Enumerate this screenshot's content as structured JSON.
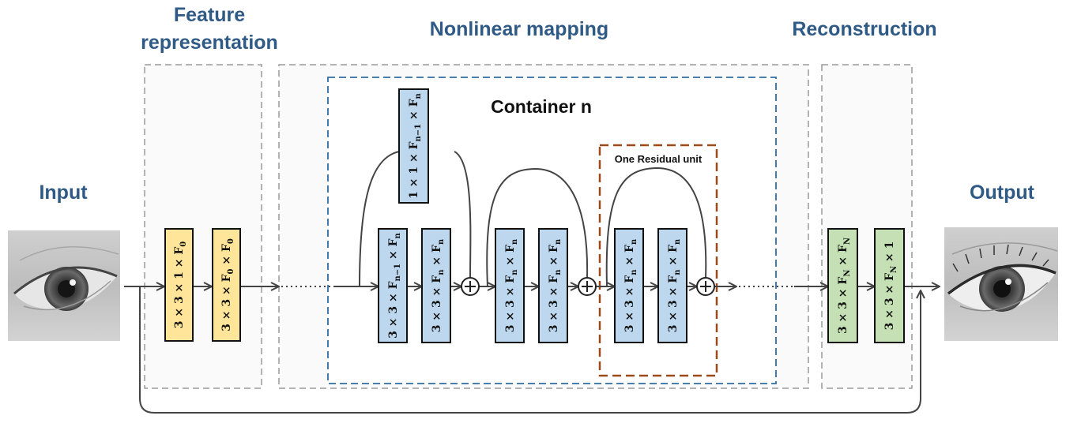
{
  "headings": {
    "feature_line1": "Feature",
    "feature_line2": "representation",
    "nonlinear": "Nonlinear mapping",
    "reconstruction": "Reconstruction",
    "input": "Input",
    "output": "Output"
  },
  "container_title": "Container n",
  "residual_title": "One Residual unit",
  "layers": {
    "feature_1": {
      "main": "3 × 3 × 1 × F",
      "sub": "0",
      "main2": "",
      "sub2": ""
    },
    "feature_2": {
      "main": "3 × 3 × F",
      "sub": "0",
      "main2": " × F",
      "sub2": "0"
    },
    "skip_1x1": {
      "main": "1 × 1 × F",
      "sub": "n−1",
      "main2": " × F",
      "sub2": "n"
    },
    "res1_a": {
      "main": "3 × 3 × F",
      "sub": "n−1",
      "main2": " × F",
      "sub2": "n"
    },
    "res1_b": {
      "main": "3 × 3 × F",
      "sub": "n",
      "main2": " × F",
      "sub2": "n"
    },
    "res2_a": {
      "main": "3 × 3 × F",
      "sub": "n",
      "main2": " × F",
      "sub2": "n"
    },
    "res2_b": {
      "main": "3 × 3 × F",
      "sub": "n",
      "main2": " × F",
      "sub2": "n"
    },
    "res3_a": {
      "main": "3 × 3 × F",
      "sub": "n",
      "main2": " × F",
      "sub2": "n"
    },
    "res3_b": {
      "main": "3 × 3 × F",
      "sub": "n",
      "main2": " × F",
      "sub2": "n"
    },
    "recon_1": {
      "main": "3 × 3 × F",
      "sub": "N",
      "main2": " × F",
      "sub2": "N"
    },
    "recon_2": {
      "main": "3 × 3 × F",
      "sub": "N",
      "main2": " × 1",
      "sub2": ""
    }
  },
  "colors": {
    "feature_fill": "#ffe599",
    "mapping_fill": "#bdd7ee",
    "recon_fill": "#c5e0b4",
    "heading": "#2f5a85",
    "container_border": "#2e6da4",
    "residual_border": "#9c4a1a"
  }
}
